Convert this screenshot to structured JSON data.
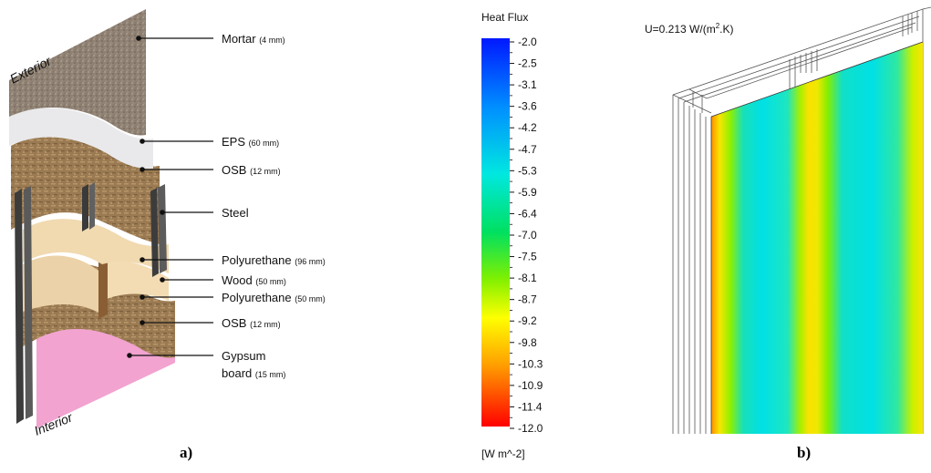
{
  "panel_a": {
    "label": "a)",
    "side_labels": {
      "exterior": "Exterior",
      "interior": "Interior"
    },
    "layers": [
      {
        "name": "Mortar",
        "thickness": "(4 mm)"
      },
      {
        "name": "EPS",
        "thickness": "(60 mm)"
      },
      {
        "name": "OSB",
        "thickness": "(12 mm)"
      },
      {
        "name": "Steel",
        "thickness": ""
      },
      {
        "name": "Polyurethane",
        "thickness": "(96 mm)"
      },
      {
        "name": "Wood",
        "thickness": "(50 mm)"
      },
      {
        "name": "Polyurethane",
        "thickness": "(50 mm)"
      },
      {
        "name": "OSB",
        "thickness": "(12 mm)"
      },
      {
        "name": "Gypsum",
        "thickness": ""
      },
      {
        "name": "board",
        "thickness": "(15 mm)"
      }
    ]
  },
  "colorbar": {
    "title": "Heat Flux",
    "unit": "[W m^-2]",
    "min": -12.0,
    "max": -2.0,
    "ticks": [
      "-2.0",
      "-2.5",
      "-3.1",
      "-3.6",
      "-4.2",
      "-4.7",
      "-5.3",
      "-5.9",
      "-6.4",
      "-7.0",
      "-7.5",
      "-8.1",
      "-8.7",
      "-9.2",
      "-9.8",
      "-10.3",
      "-10.9",
      "-11.4",
      "-12.0"
    ]
  },
  "panel_b": {
    "label": "b)",
    "u_value": {
      "prefix": "U=0.213 W/(m",
      "sup": "2",
      "suffix": ".K)"
    }
  }
}
